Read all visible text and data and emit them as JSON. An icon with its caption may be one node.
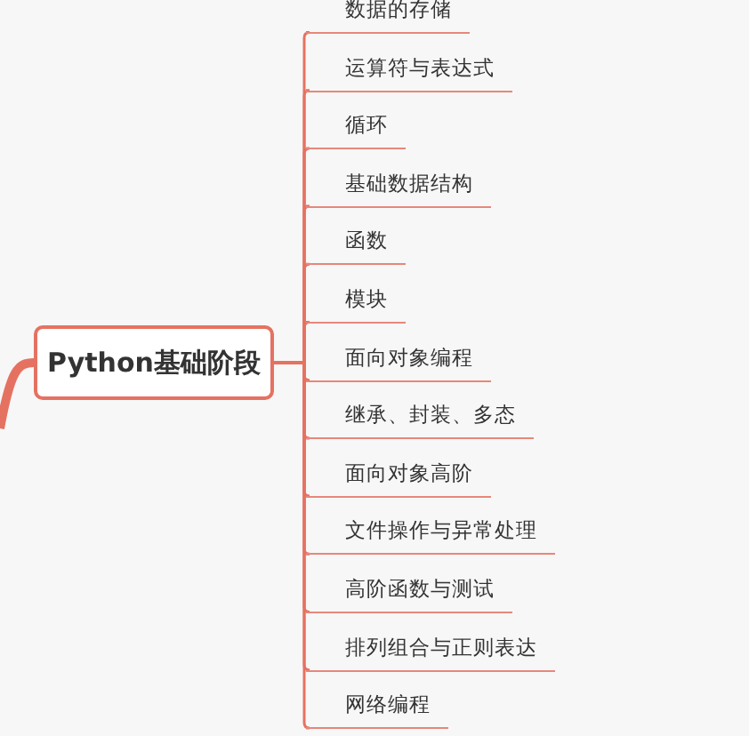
{
  "diagram": {
    "nodes": [
      {
        "text": [
          "Python基础阶段"
        ]
      },
      {
        "text": [
          "数据的存储"
        ]
      },
      {
        "text": [
          "运算符与表达式"
        ]
      },
      {
        "text": [
          "循环"
        ]
      },
      {
        "text": [
          "基础数据结构"
        ]
      },
      {
        "text": [
          "函数"
        ]
      },
      {
        "text": [
          "模块"
        ]
      },
      {
        "text": [
          "面向对象编程"
        ]
      },
      {
        "text": [
          "继承、封装、多态"
        ]
      },
      {
        "text": [
          "面向对象高阶"
        ]
      },
      {
        "text": [
          "文件操作与异常处理"
        ]
      },
      {
        "text": [
          "高阶函数与测试"
        ]
      },
      {
        "text": [
          "排列组合与正则表达"
        ]
      },
      {
        "text": [
          "网络编程"
        ]
      }
    ],
    "edges": [
      {
        "from": null,
        "to": 0,
        "arrow": "none",
        "style": "thick"
      },
      {
        "from": 0,
        "to": 1,
        "arrow": "none"
      },
      {
        "from": 0,
        "to": 2,
        "arrow": "none"
      },
      {
        "from": 0,
        "to": 3,
        "arrow": "none"
      },
      {
        "from": 0,
        "to": 4,
        "arrow": "none"
      },
      {
        "from": 0,
        "to": 5,
        "arrow": "none"
      },
      {
        "from": 0,
        "to": 6,
        "arrow": "none"
      },
      {
        "from": 0,
        "to": 7,
        "arrow": "none"
      },
      {
        "from": 0,
        "to": 8,
        "arrow": "none"
      },
      {
        "from": 0,
        "to": 9,
        "arrow": "none"
      },
      {
        "from": 0,
        "to": 10,
        "arrow": "none"
      },
      {
        "from": 0,
        "to": 11,
        "arrow": "none"
      },
      {
        "from": 0,
        "to": 12,
        "arrow": "none"
      },
      {
        "from": 0,
        "to": 13,
        "arrow": "none"
      }
    ]
  }
}
